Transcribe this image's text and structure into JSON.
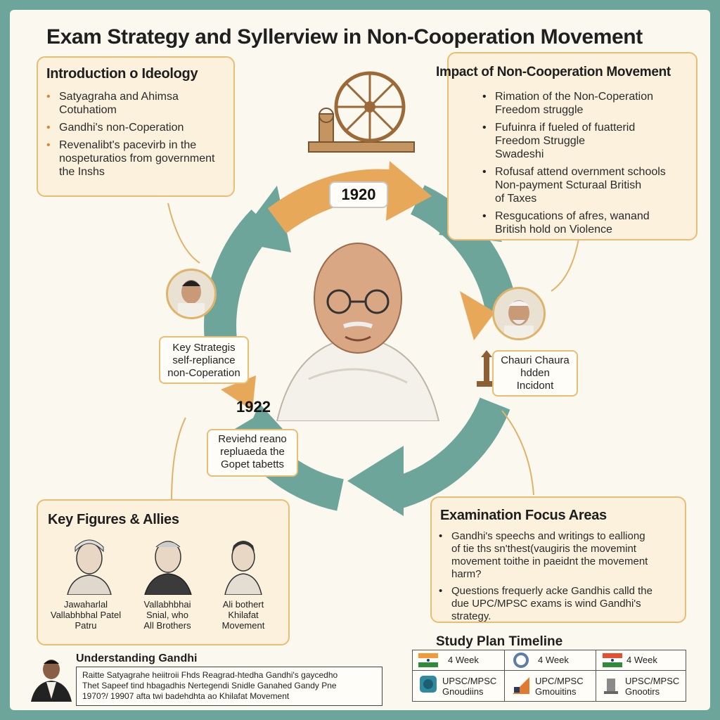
{
  "title": "Exam Strategy and Syllerview in Non-Cooperation Movement",
  "intro": {
    "heading": "Introduction o Ideology",
    "items": [
      "Satyagraha and Ahimsa\nCotuhatiom",
      "Gandhi's non-Coperation",
      "Revenalibt's pacevirb in the\nnospeturatios from government\nthe Inshs"
    ]
  },
  "impact": {
    "heading": "Impact of Non-Cooperation Movement",
    "items": [
      "Rimation of the Non-Coperation\nFreedom struggle",
      "Fufuinra if fueled of fuatterid\nFreedom Struggle\nSwadeshi",
      "Rofusaf attend overnment schools\nNon-payment Scturaal British\nof Taxes",
      "Resgucations of afres, wanand\nBritish hold on Violence"
    ]
  },
  "cycle": {
    "year_1920": "1920",
    "year_1922": "1922",
    "key_strategies": "Key Strategis\nself-repliance\nnon-Coperation",
    "chauri": "Chauri Chaura\nhdden\nIncidont",
    "reviewed": "Reviehd reano\nrepluaeda the\nGopet tabetts"
  },
  "figures": {
    "heading": "Key Figures & Allies",
    "people": [
      "Jawaharlal\nVallabhbhal Patel\nPatru",
      "Vallabhbhai\nSnial, who\nAll Brothers",
      "Ali bothert\nKhilafat\nMovement"
    ]
  },
  "exam": {
    "heading": "Examination Focus Areas",
    "items": [
      "Gandhi's speechs and writings to ealliong\nof tie ths sn'thest(vaugiris the movemint\nmovement toithe in paeidnt the movement\nharm?",
      "Questions frequerly acke Gandhis calld the\ndue UPC/MPSC exams is wind Gandhi's\nstrategy."
    ]
  },
  "understanding": {
    "heading": "Understanding Gandhi",
    "text": "Raitte Satyagrahe heiitroii Fhds Reagrad-htedha Gandhi's gaycedho\nThet Sapeef tind hbagadhis Nertegendi Snidle Ganahed Gandy Pne\n1970?/ 19907 afta twi badehdhta ao Khilafat Movement"
  },
  "timeline": {
    "heading": "Study Plan Timeline",
    "weeks": [
      "4 Week",
      "4 Week",
      "4 Week"
    ],
    "exams": [
      "UPSC/MPSC\nGnoudiins",
      "UPC/MPSC\nGmouitins",
      "UPSC/MPSC\nGnootirs"
    ]
  },
  "colors": {
    "teal": "#6da59a",
    "orange": "#e8a85a",
    "card_border": "#e9be73",
    "card_bg": "#fbf1dd"
  }
}
